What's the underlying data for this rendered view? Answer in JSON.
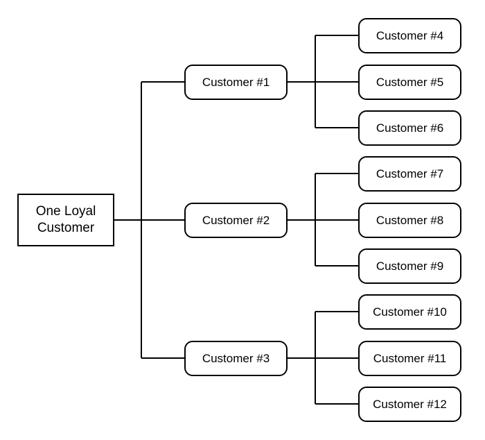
{
  "root": {
    "label": "One Loyal Customer"
  },
  "level1": [
    {
      "label": "Customer #1"
    },
    {
      "label": "Customer #2"
    },
    {
      "label": "Customer #3"
    }
  ],
  "level2": [
    {
      "label": "Customer #4"
    },
    {
      "label": "Customer #5"
    },
    {
      "label": "Customer #6"
    },
    {
      "label": "Customer #7"
    },
    {
      "label": "Customer #8"
    },
    {
      "label": "Customer #9"
    },
    {
      "label": "Customer #10"
    },
    {
      "label": "Customer #11"
    },
    {
      "label": "Customer #12"
    }
  ]
}
